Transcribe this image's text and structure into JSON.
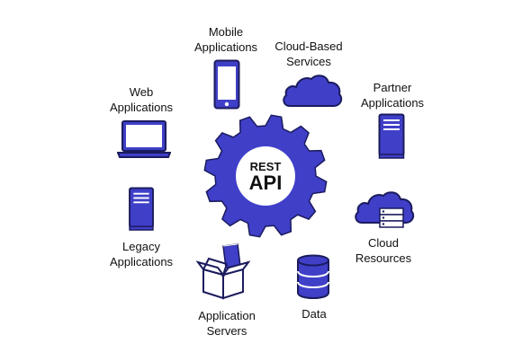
{
  "colors": {
    "accent": "#3f3fc8",
    "outline": "#1b1b5e",
    "text": "#111111",
    "background": "#ffffff"
  },
  "hub": {
    "line1": "REST",
    "line2": "API",
    "icon": "gear-icon"
  },
  "nodes": [
    {
      "id": "mobile",
      "icon": "smartphone-icon",
      "label_lines": [
        "Mobile",
        "Applications"
      ]
    },
    {
      "id": "cloud-services",
      "icon": "cloud-icon",
      "label_lines": [
        "Cloud-Based",
        "Services"
      ]
    },
    {
      "id": "partner",
      "icon": "server-icon",
      "label_lines": [
        "Partner",
        "Applications"
      ]
    },
    {
      "id": "cloud-resources",
      "icon": "cloud-server-icon",
      "label_lines": [
        "Cloud",
        "Resources"
      ]
    },
    {
      "id": "data",
      "icon": "database-icon",
      "label_lines": [
        "Data"
      ]
    },
    {
      "id": "app-servers",
      "icon": "open-box-icon",
      "label_lines": [
        "Application",
        "Servers"
      ]
    },
    {
      "id": "legacy",
      "icon": "server-icon",
      "label_lines": [
        "Legacy",
        "Applications"
      ]
    },
    {
      "id": "web",
      "icon": "laptop-icon",
      "label_lines": [
        "Web",
        "Applications"
      ]
    }
  ]
}
